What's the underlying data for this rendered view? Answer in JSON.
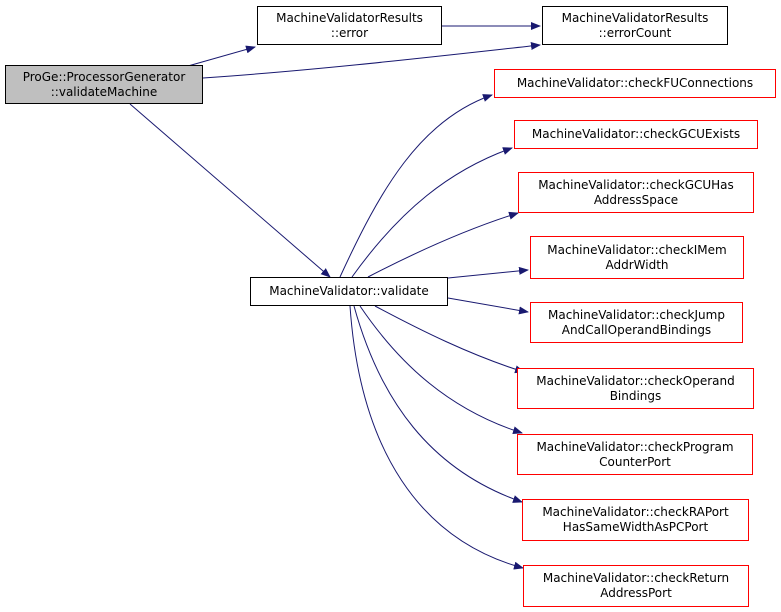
{
  "colors": {
    "edge": "#191970",
    "red_border": "#ff0000",
    "root_fill": "#bfbfbf"
  },
  "nodes": {
    "root": {
      "line1": "ProGe::ProcessorGenerator",
      "line2": "::validateMachine"
    },
    "results_error": {
      "line1": "MachineValidatorResults",
      "line2": "::error"
    },
    "results_errorcount": {
      "line1": "MachineValidatorResults",
      "line2": "::errorCount"
    },
    "validate": {
      "line1": "MachineValidator::validate"
    },
    "check_fu_connections": {
      "line1": "MachineValidator::checkFUConnections"
    },
    "check_gcu_exists": {
      "line1": "MachineValidator::checkGCUExists"
    },
    "check_gcu_has_address_space": {
      "line1": "MachineValidator::checkGCUHas",
      "line2": "AddressSpace"
    },
    "check_imem_addr_width": {
      "line1": "MachineValidator::checkIMem",
      "line2": "AddrWidth"
    },
    "check_jump_and_call": {
      "line1": "MachineValidator::checkJump",
      "line2": "AndCallOperandBindings"
    },
    "check_operand_bindings": {
      "line1": "MachineValidator::checkOperand",
      "line2": "Bindings"
    },
    "check_program_counter_port": {
      "line1": "MachineValidator::checkProgram",
      "line2": "CounterPort"
    },
    "check_ra_port": {
      "line1": "MachineValidator::checkRAPort",
      "line2": "HasSameWidthAsPCPort"
    },
    "check_return_address_port": {
      "line1": "MachineValidator::checkReturn",
      "line2": "AddressPort"
    }
  }
}
